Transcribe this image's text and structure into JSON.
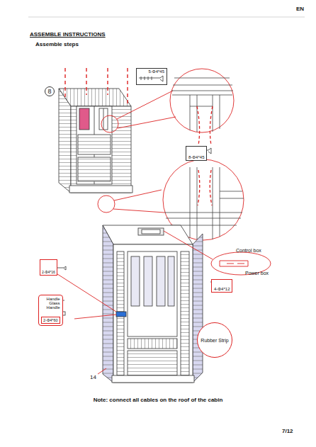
{
  "diagram": {
    "title": "ASSEMBLE INSTRUCTIONS",
    "nodes": [
      {
        "text": [
          "5-Φ4*45"
        ]
      },
      {
        "text": [
          "8-Φ4*45"
        ]
      },
      {
        "text": [
          "2-Φ4*16"
        ]
      },
      {
        "text": [
          "Handle",
          "Glass",
          "Handle"
        ]
      },
      {
        "text": [
          "2-Φ4*60"
        ],
        "in": 3
      },
      {
        "text": [
          "4-Φ4*12"
        ]
      },
      {
        "text": [
          "Rubber Strip"
        ]
      }
    ],
    "labels": [
      "EN",
      "Assemble steps",
      "8",
      "Control box",
      "Power box",
      "14",
      "Note: connect all cables on the roof of the cabin",
      "7/12"
    ]
  }
}
